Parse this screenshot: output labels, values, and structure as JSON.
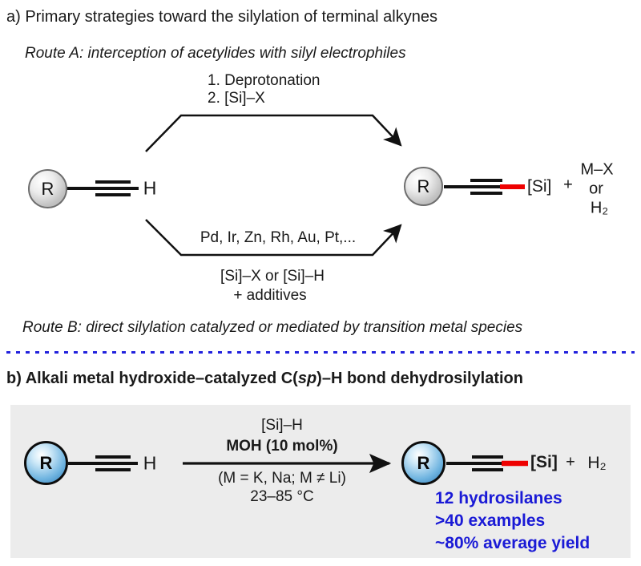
{
  "section_a": {
    "title": "a) Primary strategies toward the silylation of terminal alkynes",
    "route_a_label": "Route A: interception of acetylides with silyl electrophiles",
    "route_b_label": "Route B: direct silylation catalyzed or mediated by transition metal species",
    "top_conditions": {
      "step1": "1. Deprotonation",
      "step2": "2. [Si]–X"
    },
    "bottom_conditions": {
      "catalysts": "Pd, Ir, Zn, Rh, Au, Pt,...",
      "reagents": "[Si]–X or [Si]–H",
      "additives": "+ additives"
    },
    "reactant": {
      "r_label": "R",
      "h_label": "H"
    },
    "product": {
      "r_label": "R",
      "si_label": "[Si]",
      "plus": "+",
      "byproducts": {
        "line1": "M–X",
        "line2": "or",
        "line3": "H₂"
      }
    }
  },
  "section_b": {
    "title": {
      "prefix": "b) Alkali metal hydroxide–catalyzed C(",
      "italic": "sp",
      "suffix": ")–H bond dehydrosilylation"
    },
    "reactant": {
      "r_label": "R",
      "h_label": "H"
    },
    "conditions": {
      "line1": "[Si]–H",
      "line2": "MOH (10 mol%)",
      "line3": "(M = K, Na; M ≠ Li)",
      "line4": "23–85 °C"
    },
    "product": {
      "r_label": "R",
      "si_label": "[Si]",
      "plus": "+",
      "h2": "H₂"
    },
    "highlights": {
      "line1": "12 hydrosilanes",
      "line2": ">40 examples",
      "line3": "~80% average yield"
    }
  },
  "colors": {
    "bond_red": "#ee0000",
    "highlight_blue": "#1a1ad6",
    "divider_blue": "#2222dd",
    "panel_bg": "#ececec"
  }
}
